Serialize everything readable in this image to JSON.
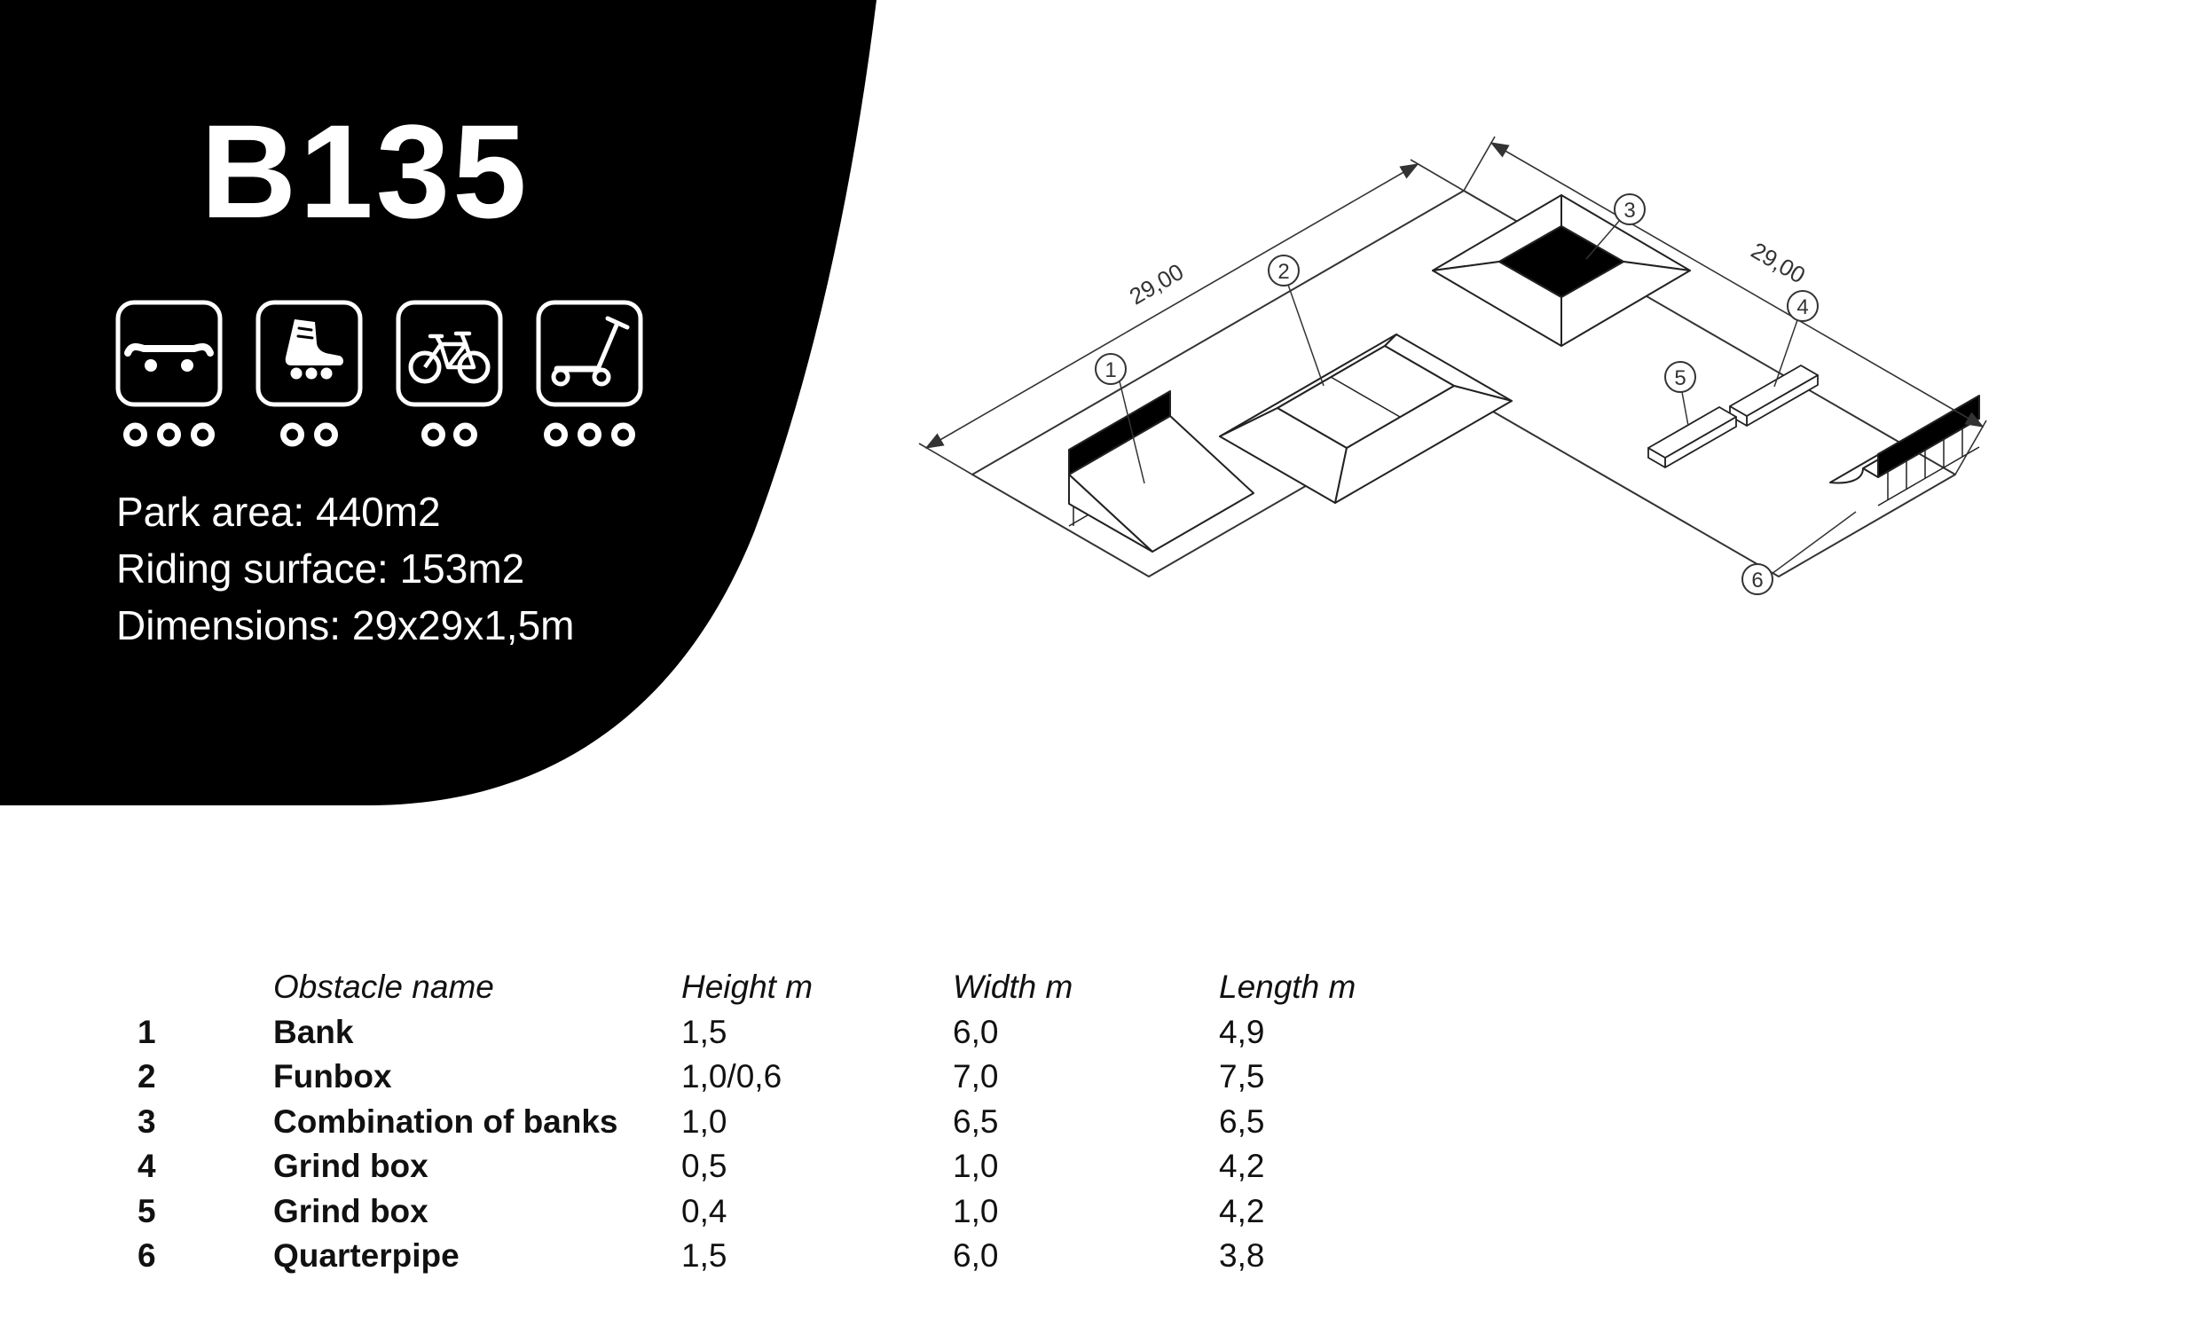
{
  "panel": {
    "title": "B135",
    "lines": [
      "Park area: 440m2",
      "Riding surface: 153m2",
      "Dimensions: 29x29x1,5m"
    ],
    "color": "#000000",
    "text_color": "#ffffff"
  },
  "sports": [
    {
      "name": "skateboard",
      "wheels": 3
    },
    {
      "name": "inline-skates",
      "wheels": 2
    },
    {
      "name": "bmx-bike",
      "wheels": 2
    },
    {
      "name": "scooter",
      "wheels": 3
    }
  ],
  "diagram": {
    "dim_left": "29,00",
    "dim_right": "29,00",
    "markers": [
      "1",
      "2",
      "3",
      "4",
      "5",
      "6"
    ]
  },
  "table": {
    "headers": [
      "Obstacle name",
      "Height m",
      "Width m",
      "Length m"
    ],
    "rows": [
      {
        "id": "1",
        "name": "Bank",
        "height": "1,5",
        "width": "6,0",
        "length": "4,9"
      },
      {
        "id": "2",
        "name": "Funbox",
        "height": "1,0/0,6",
        "width": "7,0",
        "length": "7,5"
      },
      {
        "id": "3",
        "name": "Combination of banks",
        "height": "1,0",
        "width": "6,5",
        "length": "6,5"
      },
      {
        "id": "4",
        "name": "Grind box",
        "height": "0,5",
        "width": "1,0",
        "length": "4,2"
      },
      {
        "id": "5",
        "name": "Grind box",
        "height": "0,4",
        "width": "1,0",
        "length": "4,2"
      },
      {
        "id": "6",
        "name": "Quarterpipe",
        "height": "1,5",
        "width": "6,0",
        "length": "3,8"
      }
    ]
  }
}
